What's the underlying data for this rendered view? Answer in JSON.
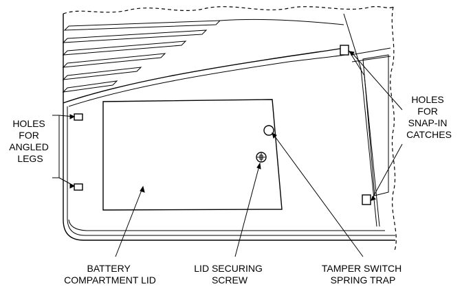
{
  "labels": {
    "angled_legs": [
      "HOLES",
      "FOR",
      "ANGLED",
      "LEGS"
    ],
    "snap_in": [
      "HOLES",
      "FOR",
      "SNAP-IN",
      "CATCHES"
    ],
    "battery": [
      "BATTERY",
      "COMPARTMENT LID"
    ],
    "screw": [
      "LID SECURING",
      "SCREW"
    ],
    "tamper": [
      "TAMPER SWITCH",
      "SPRING TRAP"
    ]
  }
}
